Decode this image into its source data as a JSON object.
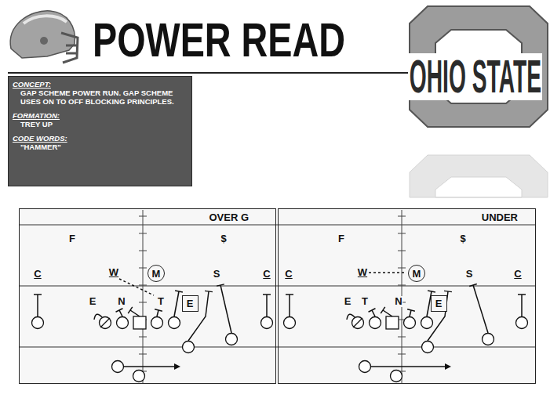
{
  "diagram": {
    "title": "POWER READ",
    "nodes": [
      {
        "text": [
          "CONCEPT:",
          "GAP SCHEME POWER RUN. GAP SCHEME USES ON TO OFF BLOCKING PRINCIPLES.",
          "FORMATION:",
          "TREY UP",
          "CODE WORDS:",
          "\"HAMMER\""
        ]
      },
      {
        "text": [
          "OVER G"
        ]
      },
      {
        "text": [
          "M"
        ],
        "in": 1
      },
      {
        "text": [
          "E"
        ],
        "in": 1
      },
      {
        "text": [
          "UNDER"
        ]
      },
      {
        "text": [
          "M"
        ],
        "in": 4
      },
      {
        "text": [
          "E"
        ],
        "in": 4
      }
    ],
    "labels": [
      "OHIO STATE",
      "F",
      "$",
      "W",
      "E",
      "N",
      "T",
      "S",
      "C",
      "C",
      "F",
      "$",
      "W",
      "E",
      "T",
      "N",
      "S",
      "C",
      "C"
    ]
  }
}
